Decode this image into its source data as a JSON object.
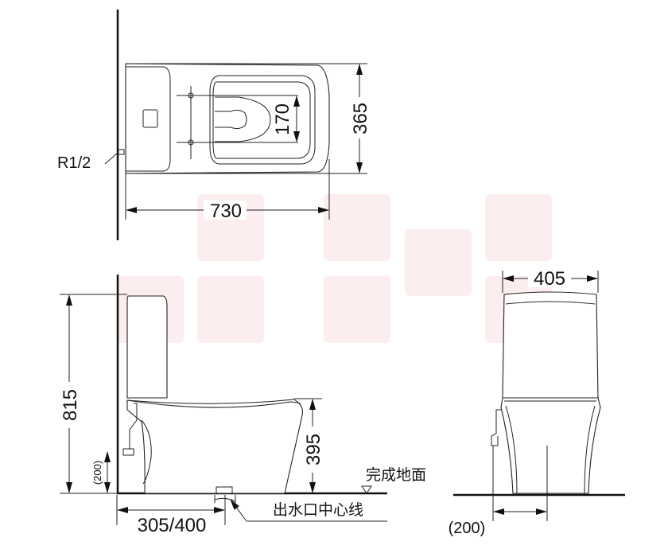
{
  "top_view": {
    "width_label": "365",
    "length_label": "730",
    "hole_spacing_label": "170",
    "inlet_label": "R1/2"
  },
  "side_view": {
    "height_label": "815",
    "seat_height_label": "395",
    "inlet_height_label": "(200)",
    "rough_in_label": "305/400",
    "floor_label": "完成地面",
    "outlet_center_label": "出水口中心线"
  },
  "front_view": {
    "width_label": "405",
    "inlet_offset_label": "(200)"
  },
  "colors": {
    "line": "#222222",
    "watermark": "#fbeaea"
  }
}
